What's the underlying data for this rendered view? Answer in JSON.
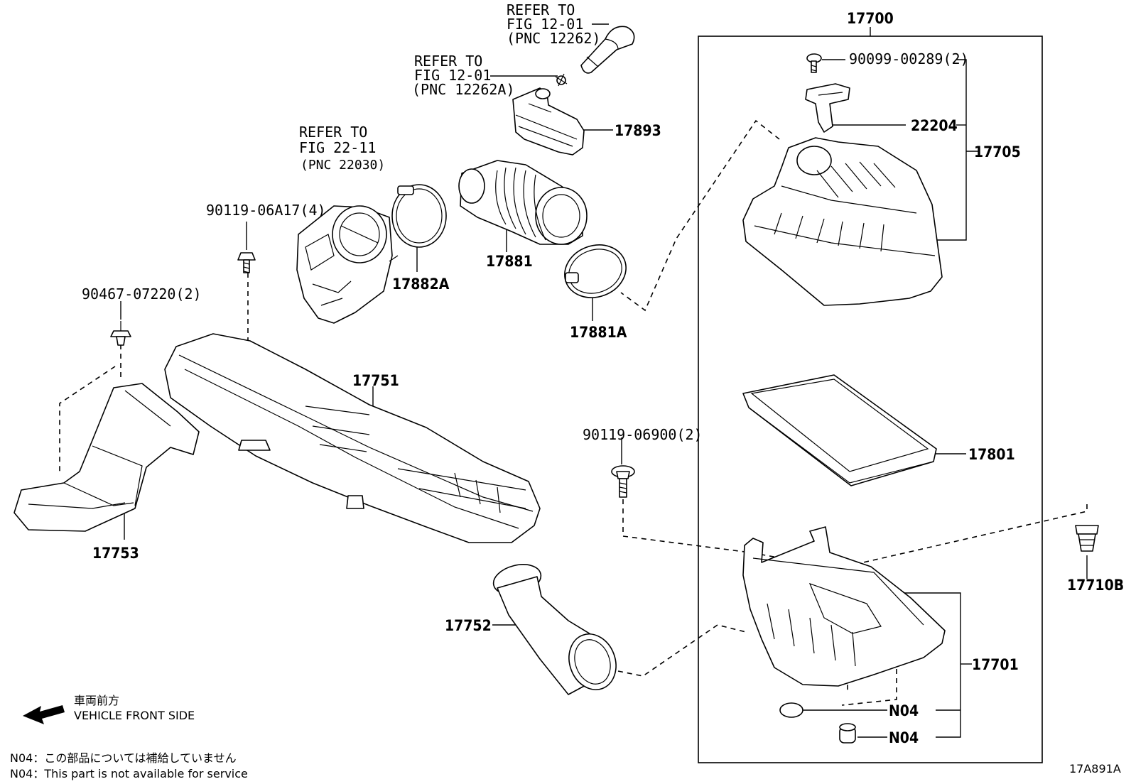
{
  "refs": {
    "fig_12_01_a": [
      "REFER TO",
      "FIG 12-01",
      "(PNC 12262)"
    ],
    "fig_12_01_b": [
      "REFER TO",
      "FIG 12-01",
      "(PNC 12262A)"
    ],
    "fig_22_11": [
      "REFER TO",
      "FIG 22-11",
      "(PNC 22030)"
    ]
  },
  "parts": {
    "p17700": "17700",
    "p17893": "17893",
    "p17881": "17881",
    "p17882A": "17882A",
    "p17881A": "17881A",
    "p90099": "90099-00289(2)",
    "p22204": "22204",
    "p17705": "17705",
    "p90119a": "90119-06A17(4)",
    "p90467": "90467-07220(2)",
    "p17751": "17751",
    "p17753": "17753",
    "p90119b": "90119-06900(2)",
    "p17801": "17801",
    "p17710B": "17710B",
    "p17752": "17752",
    "p17701": "17701",
    "n04a": "N04",
    "n04b": "N04"
  },
  "direction": {
    "jp": "車両前方",
    "en": "VEHICLE FRONT SIDE"
  },
  "notes": {
    "jp": "N04：この部品については補給していません",
    "en": "N04：This part is not available for service"
  },
  "figure_code": "17A891A"
}
